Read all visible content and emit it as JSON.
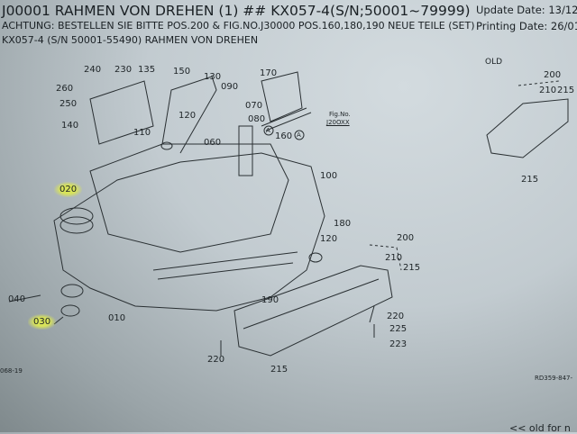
{
  "header": {
    "title": "J00001 RAHMEN VON DREHEN (1) ## KX057-4(S/N;50001~79999)",
    "update_date": "Update Date: 13/12/",
    "printing_date": "Printing Date: 26/01/",
    "note": "ACHTUNG: BESTELLEN SIE BITTE POS.200 & FIG.NO.J30000 POS.160,180,190 NEUE TEILE (SET)",
    "subtitle": "KX057-4 (S/N 50001-55490) RAHMEN VON DREHEN"
  },
  "diagram": {
    "parts": [
      "240",
      "230",
      "135",
      "150",
      "130",
      "260",
      "250",
      "140",
      "090",
      "120",
      "070",
      "080",
      "060",
      "110",
      "170",
      "160",
      "100",
      "020",
      "180",
      "120",
      "200",
      "210",
      "215",
      "040",
      "030",
      "010",
      "190",
      "220",
      "225",
      "223",
      "220",
      "215"
    ],
    "fig_ref": {
      "label": "Fig.No.",
      "value": "J20OXX"
    },
    "callout_marker": "A",
    "old_section": {
      "label": "OLD",
      "parts": [
        "200",
        "210",
        "215",
        "215"
      ]
    },
    "highlighted_parts": [
      "020",
      "030"
    ],
    "left_code": "068-19",
    "right_code": "RD359-847-",
    "footer_note": "<< old for n"
  },
  "colors": {
    "highlight": "#d8e35a",
    "paper": "#c2cbd0"
  }
}
